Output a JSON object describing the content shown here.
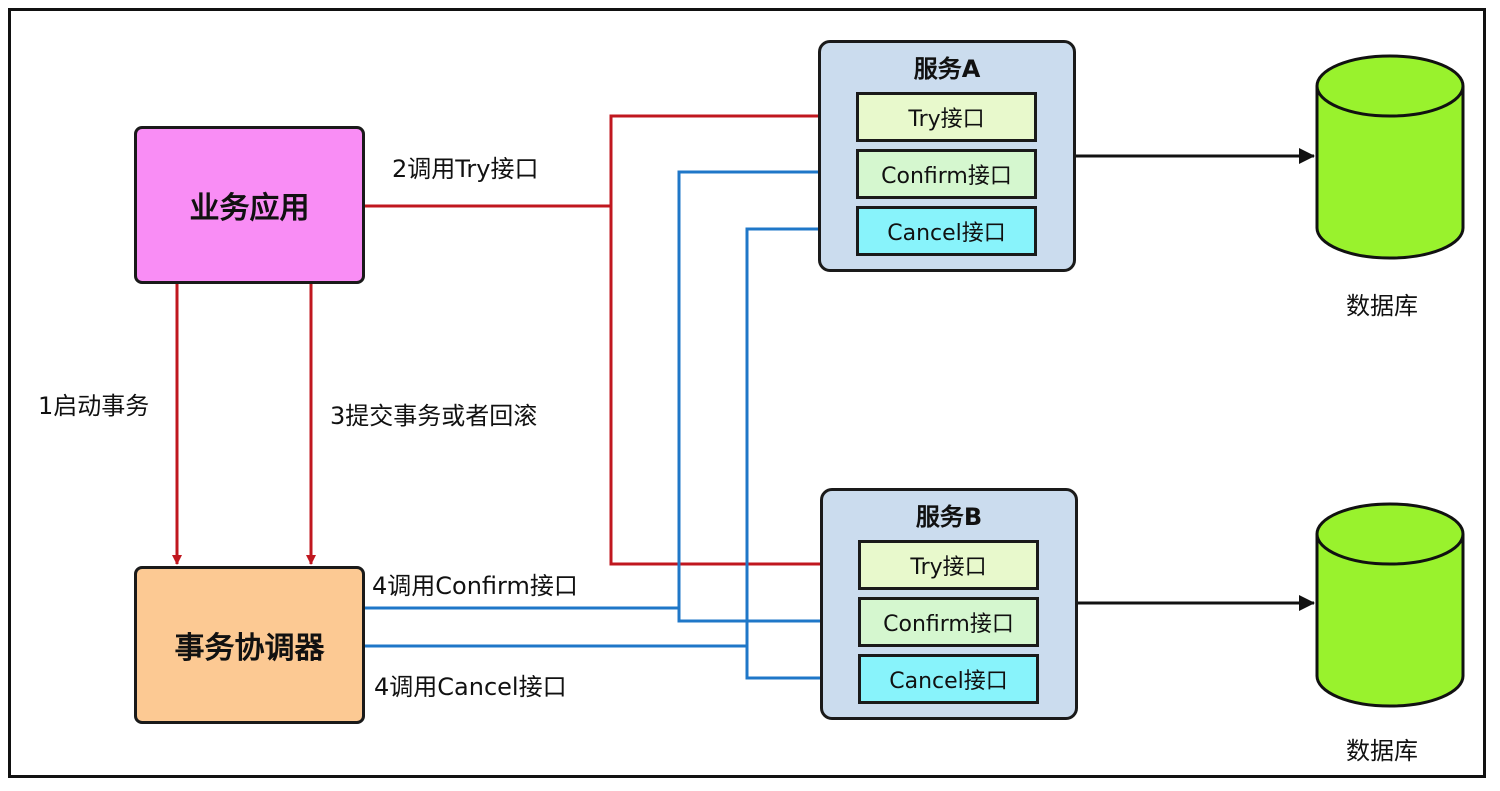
{
  "app": {
    "label": "业务应用"
  },
  "coordinator": {
    "label": "事务协调器"
  },
  "service_a": {
    "title": "服务A",
    "try": "Try接口",
    "confirm": "Confirm接口",
    "cancel": "Cancel接口"
  },
  "service_b": {
    "title": "服务B",
    "try": "Try接口",
    "confirm": "Confirm接口",
    "cancel": "Cancel接口"
  },
  "database_a": {
    "label": "数据库"
  },
  "database_b": {
    "label": "数据库"
  },
  "edges": {
    "start_tx": "1启动事务",
    "call_try": "2调用Try接口",
    "commit_or_rollback": "3提交事务或者回滚",
    "call_confirm": "4调用Confirm接口",
    "call_cancel": "4调用Cancel接口"
  },
  "colors": {
    "red_line": "#c0171f",
    "blue_line": "#1f77c8",
    "db_fill": "#99f22d"
  }
}
